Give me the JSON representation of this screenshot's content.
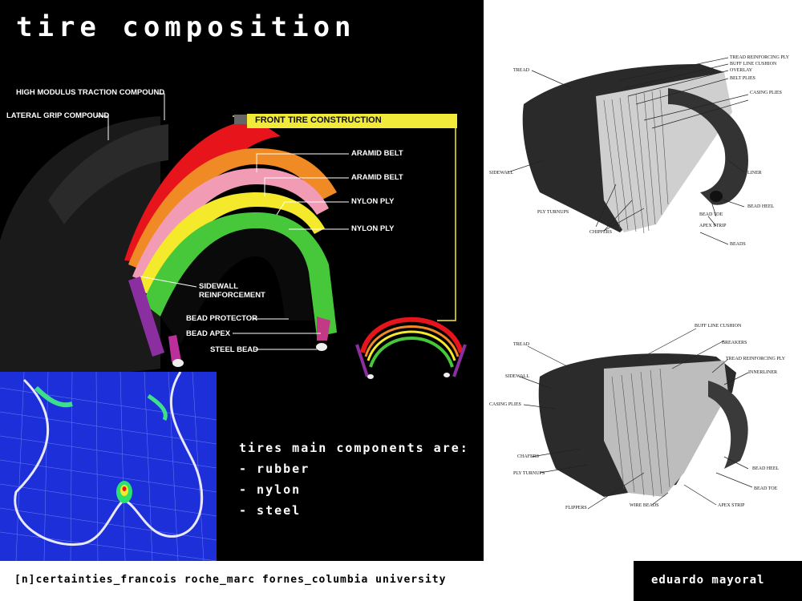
{
  "title": "tire composition",
  "front_tire_construction": "FRONT TIRE CONSTRUCTION",
  "main_labels": {
    "high_modulus": "HIGH MODULUS TRACTION COMPOUND",
    "lateral_grip": "LATERAL GRIP COMPOUND",
    "aramid_belt_1": "ARAMID BELT",
    "aramid_belt_2": "ARAMID BELT",
    "nylon_ply_1": "NYLON PLY",
    "nylon_ply_2": "NYLON PLY",
    "sidewall_1": "SIDEWALL",
    "sidewall_2": "REINFORCEMENT",
    "bead_protector": "BEAD PROTECTOR",
    "bead_apex": "BEAD APEX",
    "steel_bead": "STEEL BEAD"
  },
  "components": {
    "title": "tires main components are:",
    "items": [
      "- rubber",
      "- nylon",
      "- steel"
    ]
  },
  "diagram_top": {
    "tread": "TREAD",
    "tread_reinforcing_ply": "TREAD REINFORCING PLY",
    "buff_line_cushion": "BUFF LINE CUSHION",
    "overlay": "OVERLAY",
    "belt_plies": "BELT PLIES",
    "casing_plies": "CASING PLIES",
    "sidewall": "SIDEWALL",
    "liner": "LINER",
    "bead_heel": "BEAD HEEL",
    "bead_toe": "BEAD TOE",
    "apex_strip": "APEX STRIP",
    "beads": "BEADS",
    "ply_turnups": "PLY TURNUPS",
    "chippers": "CHIPPERS"
  },
  "diagram_bottom": {
    "buff_line_cushion": "BUFF LINE CUSHION",
    "tread": "TREAD",
    "breakers": "BREAKERS",
    "tread_reinforcing_ply": "TREAD REINFORCING PLY",
    "innerliner": "INNERLINER",
    "sidewall": "SIDEWALL",
    "casing_plies": "CASING PLIES",
    "chafers": "CHAFERS",
    "ply_turnups": "PLY TURNUPS",
    "bead_heel": "BEAD HEEL",
    "bead_toe": "BEAD TOE",
    "flippers": "FLIPPERS",
    "wire_beads": "WIRE BEADS",
    "apex_strip": "APEX STRIP"
  },
  "footer": {
    "credits": "[n]certainties_francois roche_marc fornes_columbia university",
    "author": "eduardo mayoral"
  },
  "colors": {
    "background": "#000000",
    "label_yellow": "#f2ea3a",
    "tread_red": "#e8141b",
    "orange": "#f08a24",
    "pink": "#f29bb5",
    "yellow": "#f5e92b",
    "green": "#46c83a",
    "purple": "#8b2fa0",
    "fem_blue": "#1d2fd8"
  }
}
